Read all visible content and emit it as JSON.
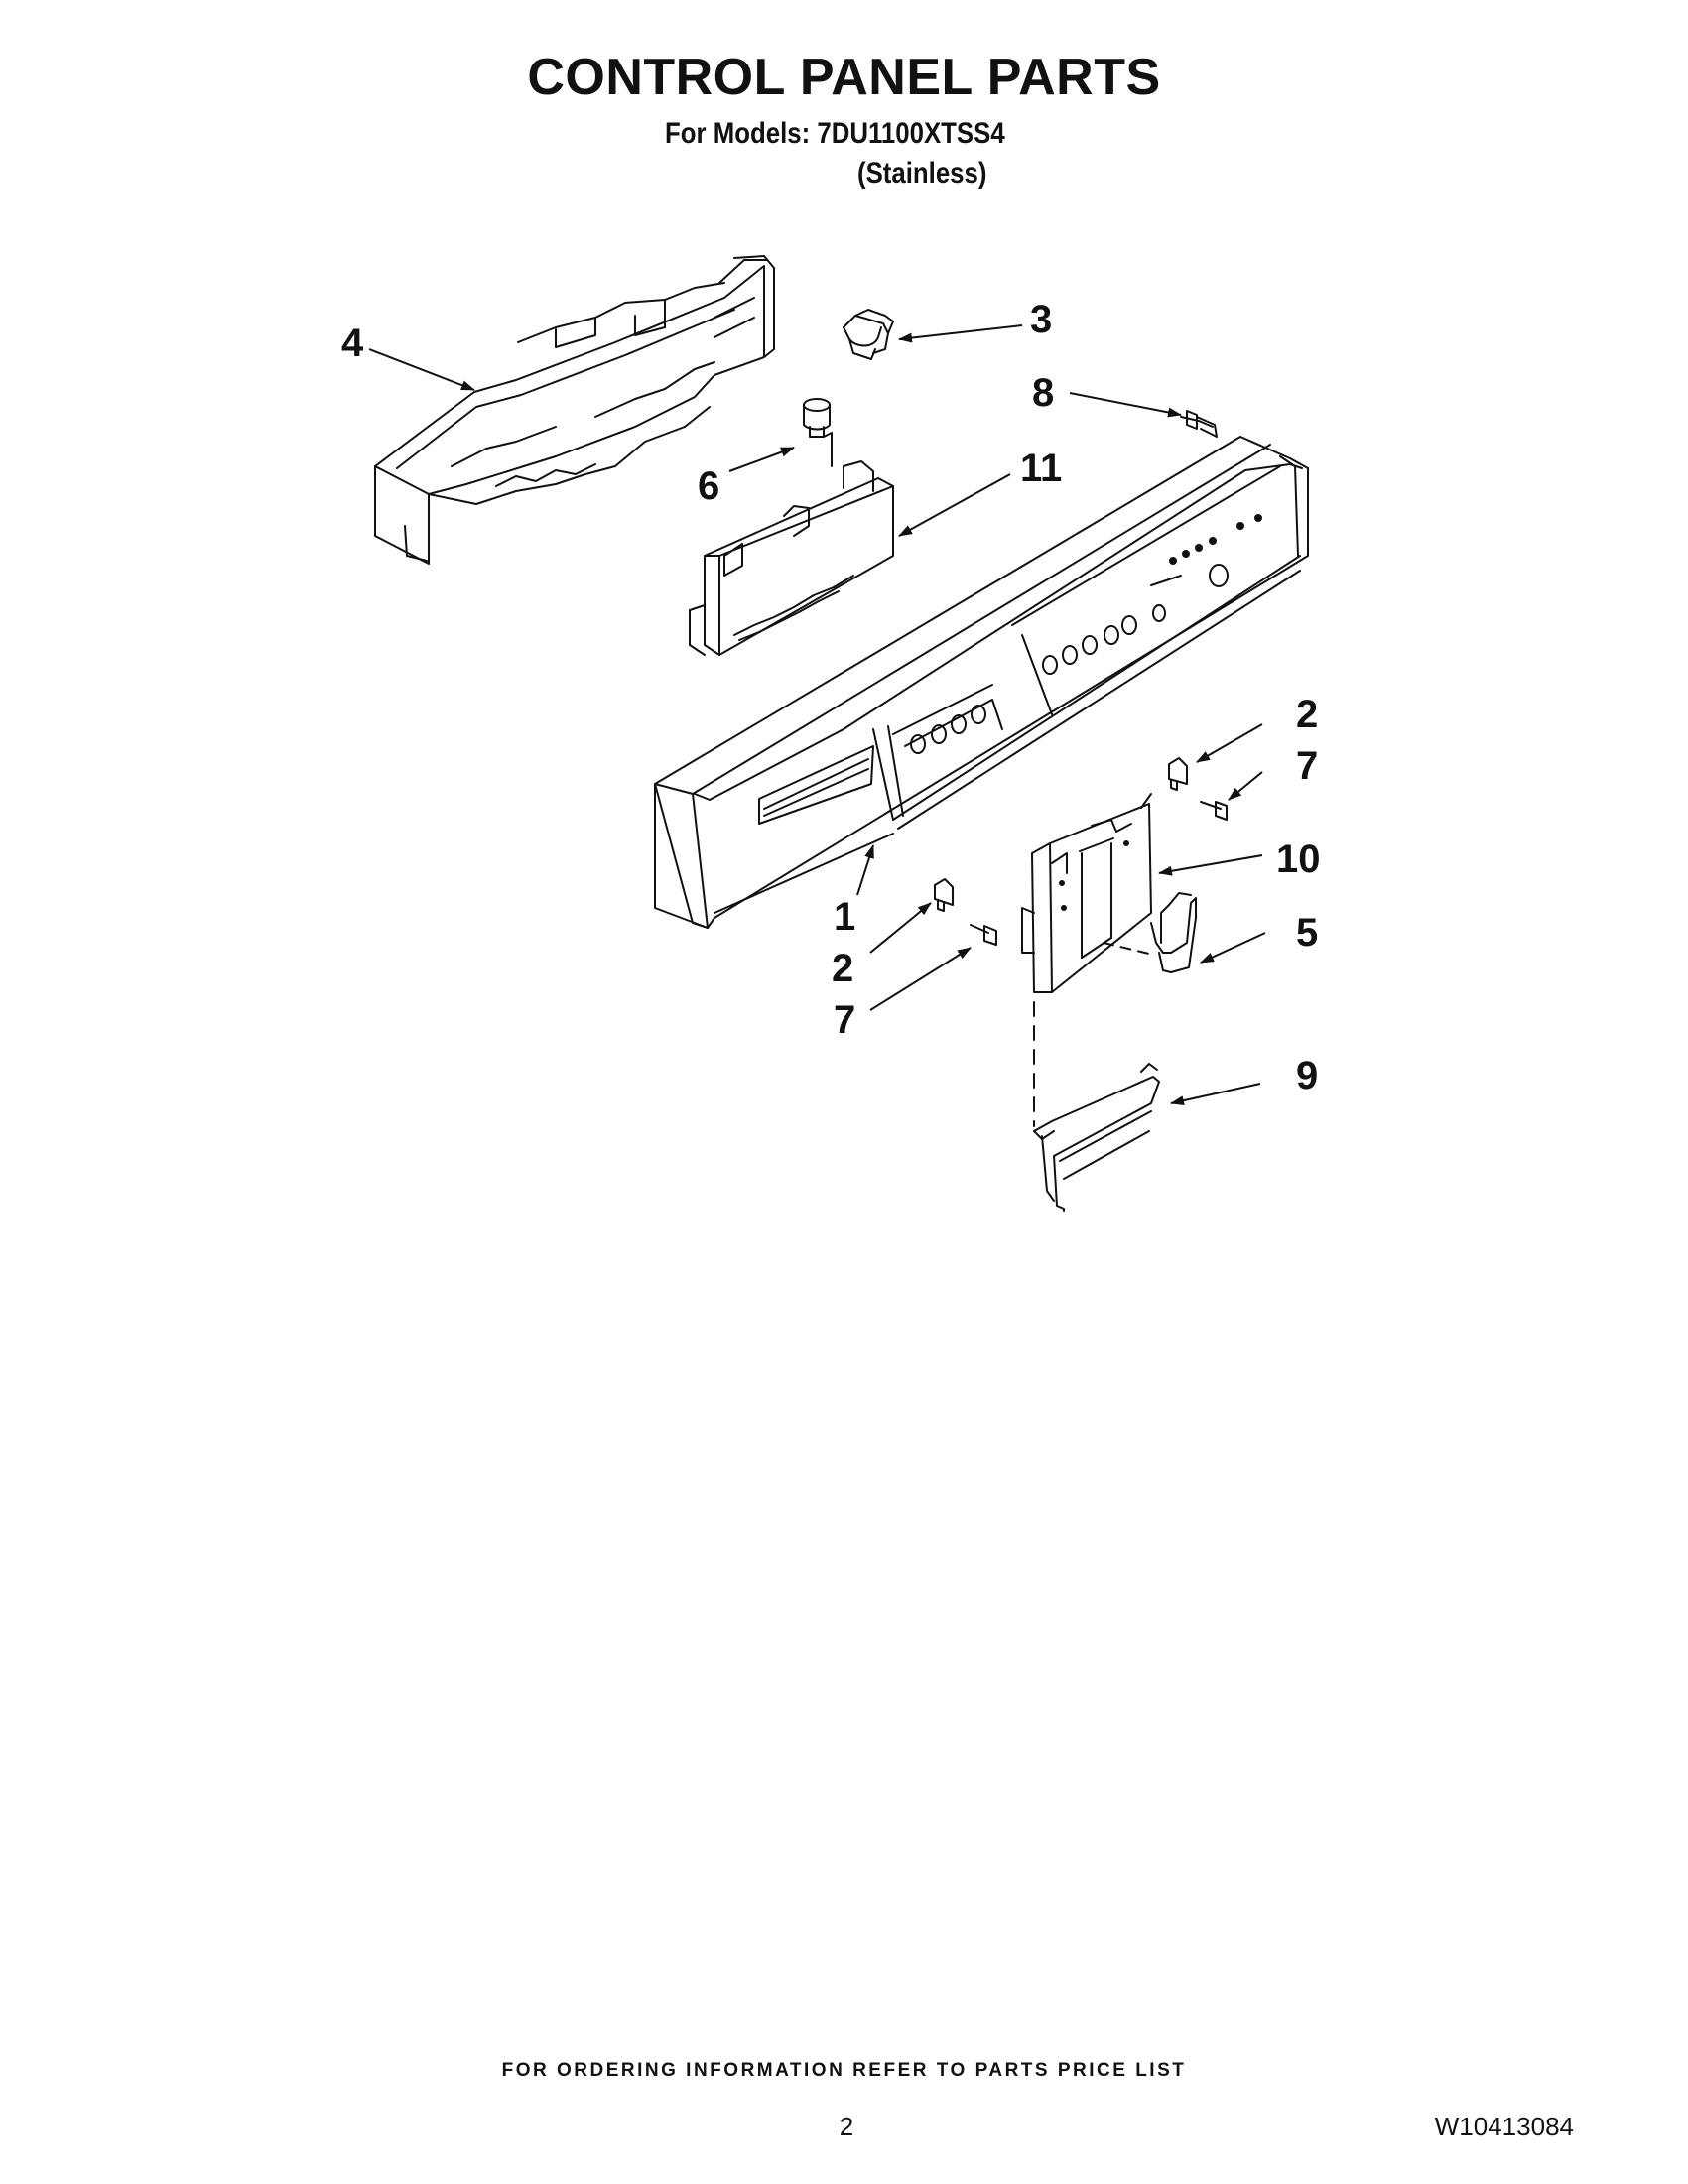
{
  "header": {
    "title": "CONTROL PANEL PARTS",
    "models_line": "For Models: 7DU1100XTSS4",
    "variant": "(Stainless)"
  },
  "callouts": [
    "1",
    "2",
    "3",
    "4",
    "5",
    "6",
    "7",
    "8",
    "9",
    "10",
    "11"
  ],
  "callout_instances": {
    "c4": "4",
    "c3": "3",
    "c8": "8",
    "c6": "6",
    "c11": "11",
    "c2a": "2",
    "c7a": "7",
    "c10": "10",
    "c1": "1",
    "c5": "5",
    "c2b": "2",
    "c7b": "7",
    "c9": "9"
  },
  "footer": {
    "ordering_note": "FOR ORDERING INFORMATION REFER TO PARTS PRICE LIST",
    "page_number": "2",
    "document_number": "W10413084"
  }
}
